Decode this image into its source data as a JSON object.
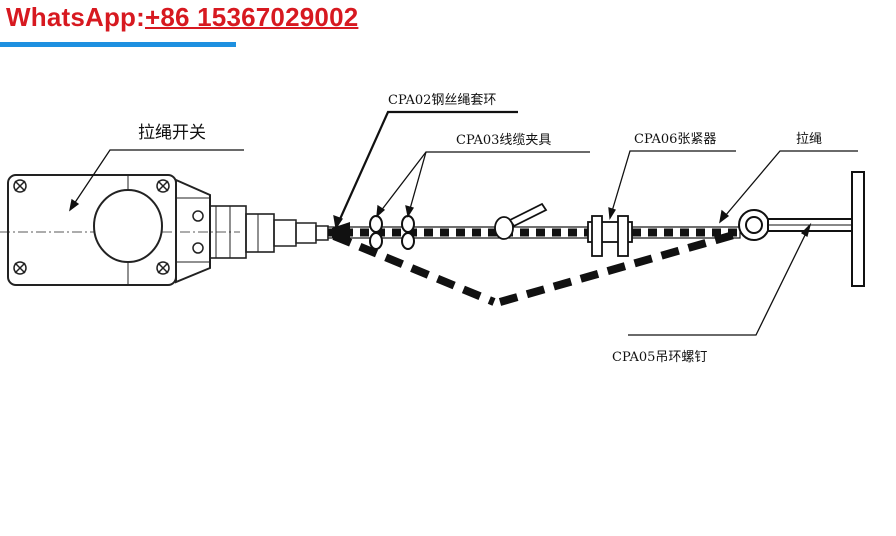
{
  "watermark": {
    "prefix": "WhatsApp:",
    "phone": "+86 15367029002",
    "color": "#d71920",
    "underline_color": "#1e90e0"
  },
  "labels": {
    "switch": "拉绳开关",
    "cpa02": "CPA02钢丝绳套环",
    "cpa03": "CPA03线缆夹具",
    "cpa06": "CPA06张紧器",
    "rope": "拉绳",
    "cpa05": "CPA05吊环螺钉"
  }
}
